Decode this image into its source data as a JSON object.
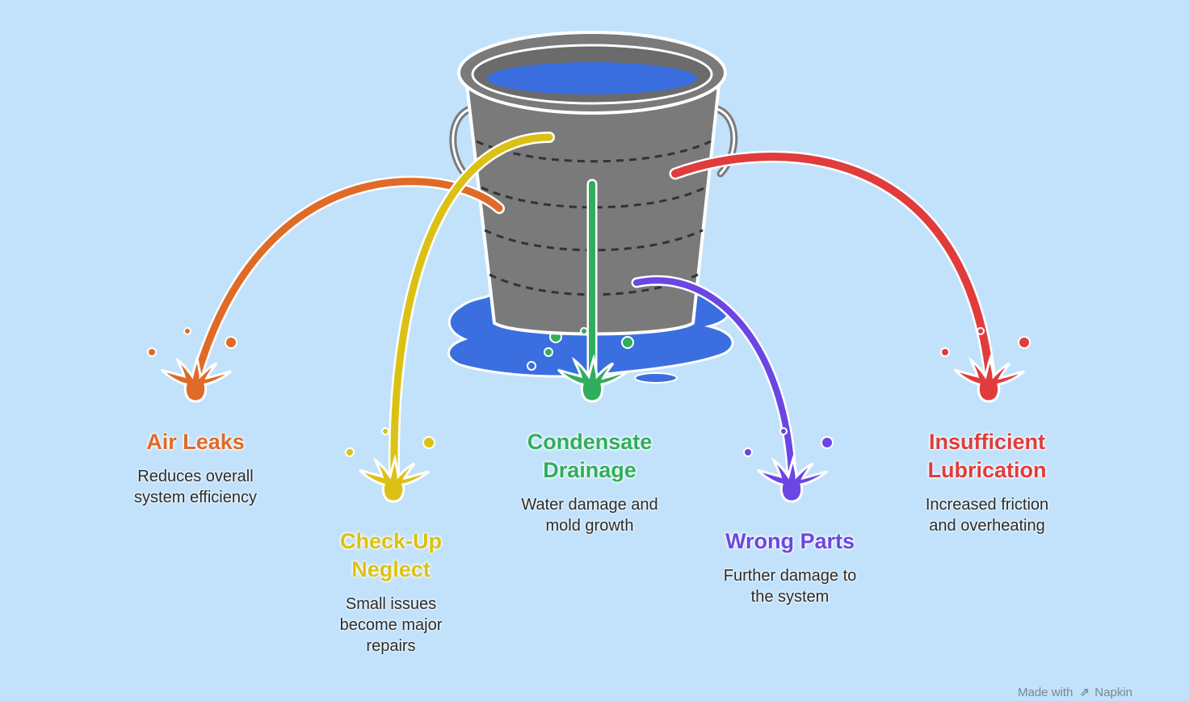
{
  "items": [
    {
      "title": "Air Leaks",
      "desc": "Reduces overall\nsystem efficiency",
      "color": "#e06a27"
    },
    {
      "title": "Check-Up\nNeglect",
      "desc": "Small issues\nbecome major\nrepairs",
      "color": "#dcc115"
    },
    {
      "title": "Condensate\nDrainage",
      "desc": "Water damage and\nmold growth",
      "color": "#2fae5d"
    },
    {
      "title": "Wrong Parts",
      "desc": "Further damage to\nthe system",
      "color": "#6a46e3"
    },
    {
      "title": "Insufficient\nLubrication",
      "desc": "Increased friction\nand overheating",
      "color": "#e03c3c"
    }
  ],
  "colors": {
    "background": "#c2e2fb",
    "bucket": "#7a7a7a",
    "water": "#3b6fe0"
  },
  "icons": {
    "bucket": "leaking-bucket-icon",
    "napkin": "napkin-logo-icon"
  },
  "credit": {
    "prefix": "Made with",
    "brand": "Napkin"
  }
}
